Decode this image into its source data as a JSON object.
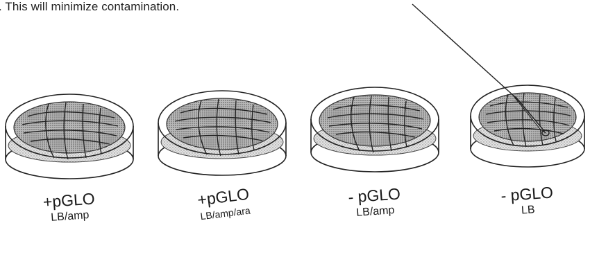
{
  "instruction_fragment": ". This will minimize contamination.",
  "plates": [
    {
      "plasmid": "+pGLO",
      "medium": "LB/amp"
    },
    {
      "plasmid": "+pGLO",
      "medium": "LB/amp/ara"
    },
    {
      "plasmid": "- pGLO",
      "medium": "LB/amp"
    },
    {
      "plasmid": "- pGLO",
      "medium": "LB"
    }
  ]
}
